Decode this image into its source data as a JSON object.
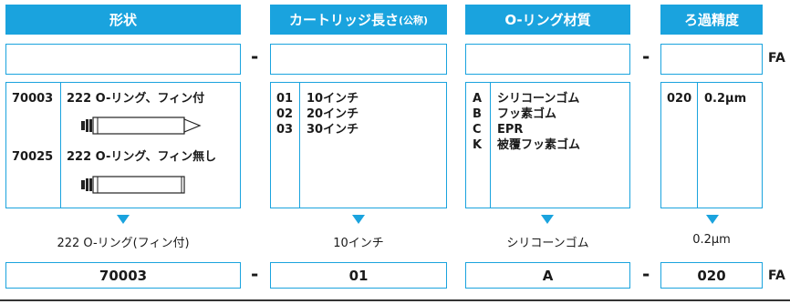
{
  "headers": {
    "shape": "形状",
    "length_main": "カートリッジ長さ",
    "length_sub": "(公称)",
    "oring": "O-リング材質",
    "rating": "ろ過精度"
  },
  "separators": {
    "dash": "-"
  },
  "suffix": "FA",
  "shape_options": [
    {
      "code": "70003",
      "desc": "222 O-リング、フィン付"
    },
    {
      "code": "70025",
      "desc": "222 O-リング、フィン無し"
    }
  ],
  "length_options": [
    {
      "code": "01",
      "desc": "10インチ"
    },
    {
      "code": "02",
      "desc": "20インチ"
    },
    {
      "code": "03",
      "desc": "30インチ"
    }
  ],
  "oring_options": [
    {
      "code": "A",
      "desc": "シリコーンゴム"
    },
    {
      "code": "B",
      "desc": "フッ素ゴム"
    },
    {
      "code": "C",
      "desc": "EPR"
    },
    {
      "code": "K",
      "desc": "被覆フッ素ゴム"
    }
  ],
  "rating_options": [
    {
      "code": "020",
      "desc": "0.2μm"
    }
  ],
  "selections": {
    "shape": "222 O-リング(フィン付)",
    "length": "10インチ",
    "oring": "シリコーンゴム",
    "rating": "0.2μm"
  },
  "results": {
    "shape": "70003",
    "length": "01",
    "oring": "A",
    "rating": "020"
  },
  "colors": {
    "accent": "#1aa3de"
  }
}
